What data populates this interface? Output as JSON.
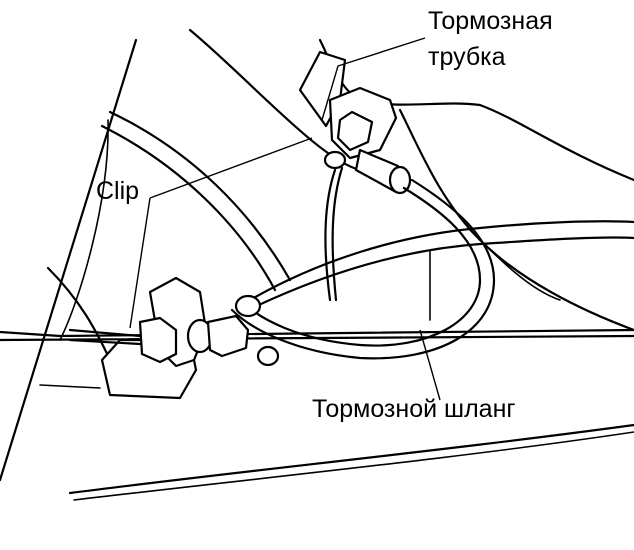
{
  "labels": {
    "brake_pipe": [
      "Тормозная",
      "трубка"
    ],
    "clip": "Clip",
    "brake_hose": "Тормозной шланг"
  }
}
